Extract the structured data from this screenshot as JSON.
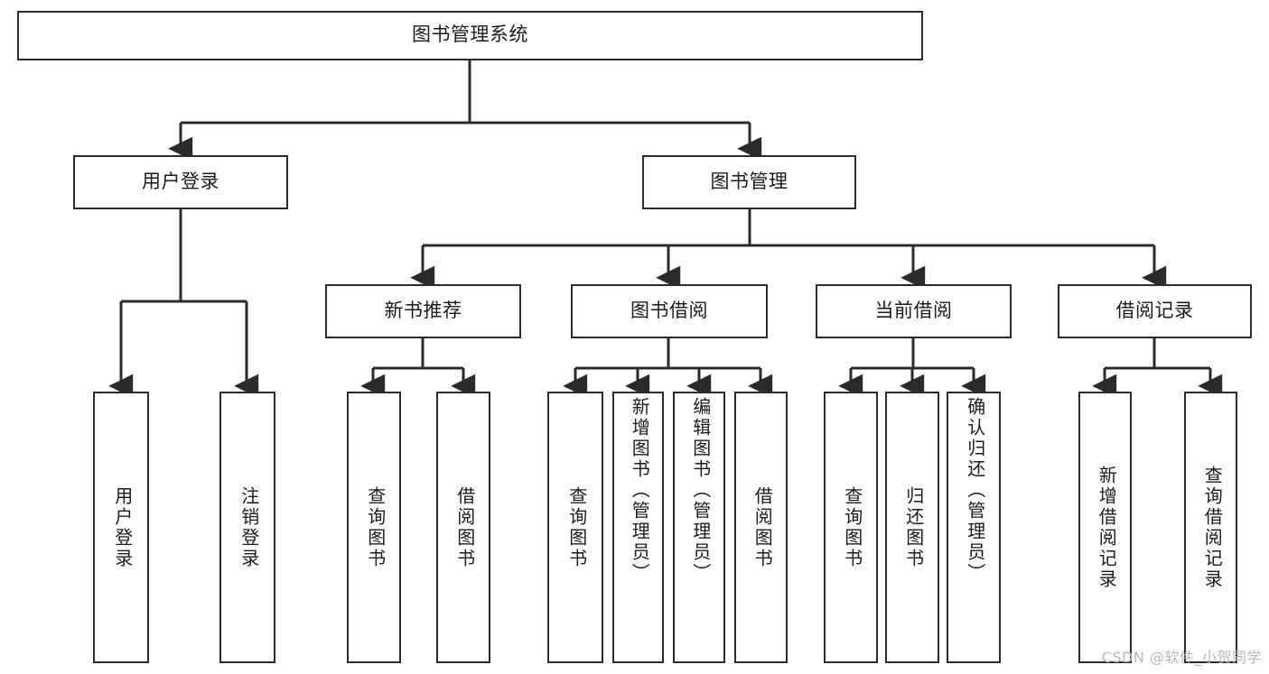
{
  "diagram": {
    "title": "图书管理系统",
    "type": "tree-hierarchy",
    "watermark": "CSDN @软件_小贺同学",
    "colors": {
      "stroke": "#2b2b2b",
      "fill": "#ffffff",
      "text": "#1b1b1b",
      "watermark": "#b8b8b8"
    },
    "root": {
      "id": "root",
      "label": "图书管理系统"
    },
    "level2": [
      {
        "id": "user-login",
        "label": "用户登录"
      },
      {
        "id": "book-manage",
        "label": "图书管理"
      }
    ],
    "level3": [
      {
        "id": "new-book-recommend",
        "label": "新书推荐"
      },
      {
        "id": "book-borrow",
        "label": "图书借阅"
      },
      {
        "id": "current-borrow",
        "label": "当前借阅"
      },
      {
        "id": "borrow-record",
        "label": "借阅记录"
      }
    ],
    "leaves": {
      "user-login": [
        {
          "id": "leaf-user-login",
          "label": "用户登录"
        },
        {
          "id": "leaf-logout",
          "label": "注销登录"
        }
      ],
      "new-book-recommend": [
        {
          "id": "leaf-query-book-1",
          "label": "查询图书"
        },
        {
          "id": "leaf-borrow-book-1",
          "label": "借阅图书"
        }
      ],
      "book-borrow": [
        {
          "id": "leaf-query-book-2",
          "label": "查询图书"
        },
        {
          "id": "leaf-add-book",
          "label": "新增图书（管理员）"
        },
        {
          "id": "leaf-edit-book",
          "label": "编辑图书（管理员）"
        },
        {
          "id": "leaf-borrow-book-2",
          "label": "借阅图书"
        }
      ],
      "current-borrow": [
        {
          "id": "leaf-query-book-3",
          "label": "查询图书"
        },
        {
          "id": "leaf-return-book",
          "label": "归还图书"
        },
        {
          "id": "leaf-confirm-return",
          "label": "确认归还（管理员）"
        }
      ],
      "borrow-record": [
        {
          "id": "leaf-add-record",
          "label": "新增借阅记录"
        },
        {
          "id": "leaf-query-record",
          "label": "查询借阅记录"
        }
      ]
    }
  }
}
